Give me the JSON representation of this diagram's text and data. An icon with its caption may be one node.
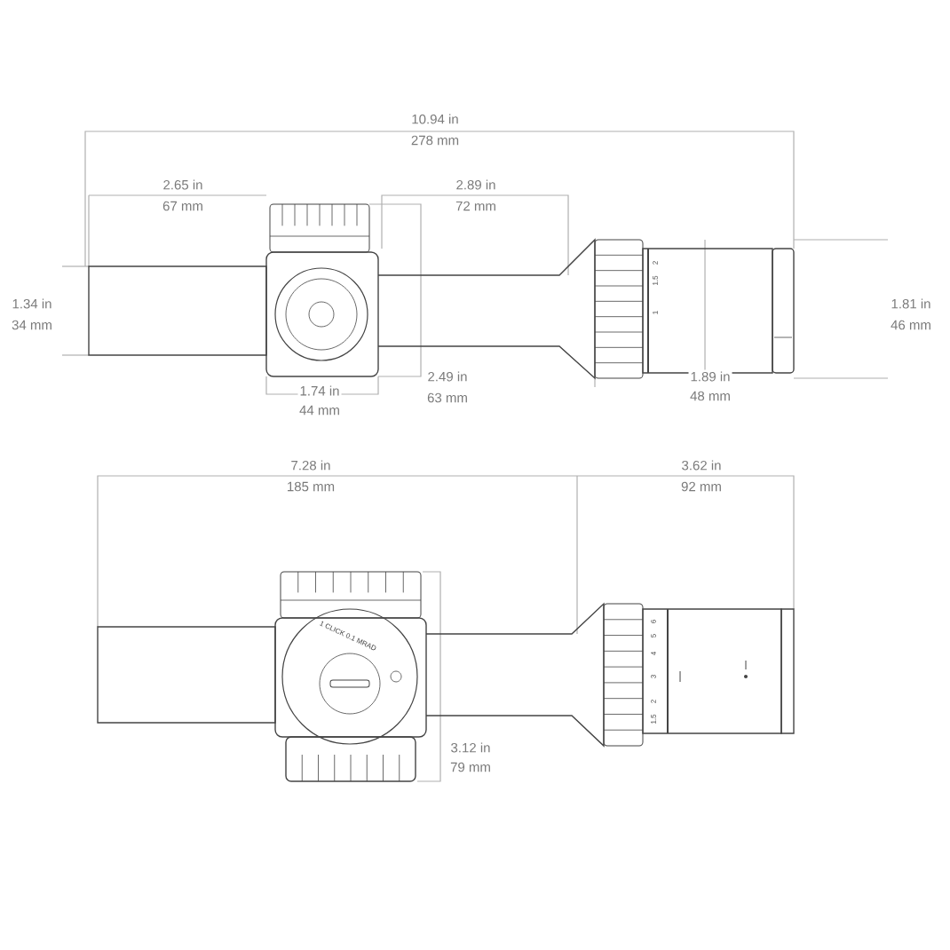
{
  "diagram": {
    "labels": [
      "10.94 in",
      "278 mm",
      "2.65 in",
      "67 mm",
      "2.89 in",
      "72 mm",
      "1.34 in",
      "34 mm",
      "1.81 in",
      "46 mm",
      "1.74 in",
      "44 mm",
      "2.49 in",
      "63 mm",
      "1.89 in",
      "48 mm",
      "2",
      "1.5",
      "1",
      "7.28 in",
      "185 mm",
      "3.62 in",
      "92 mm",
      "1 CLICK 0.1 MRAD",
      "1.5",
      "2",
      "3",
      "4",
      "5",
      "6",
      "3.12 in",
      "79 mm"
    ]
  }
}
